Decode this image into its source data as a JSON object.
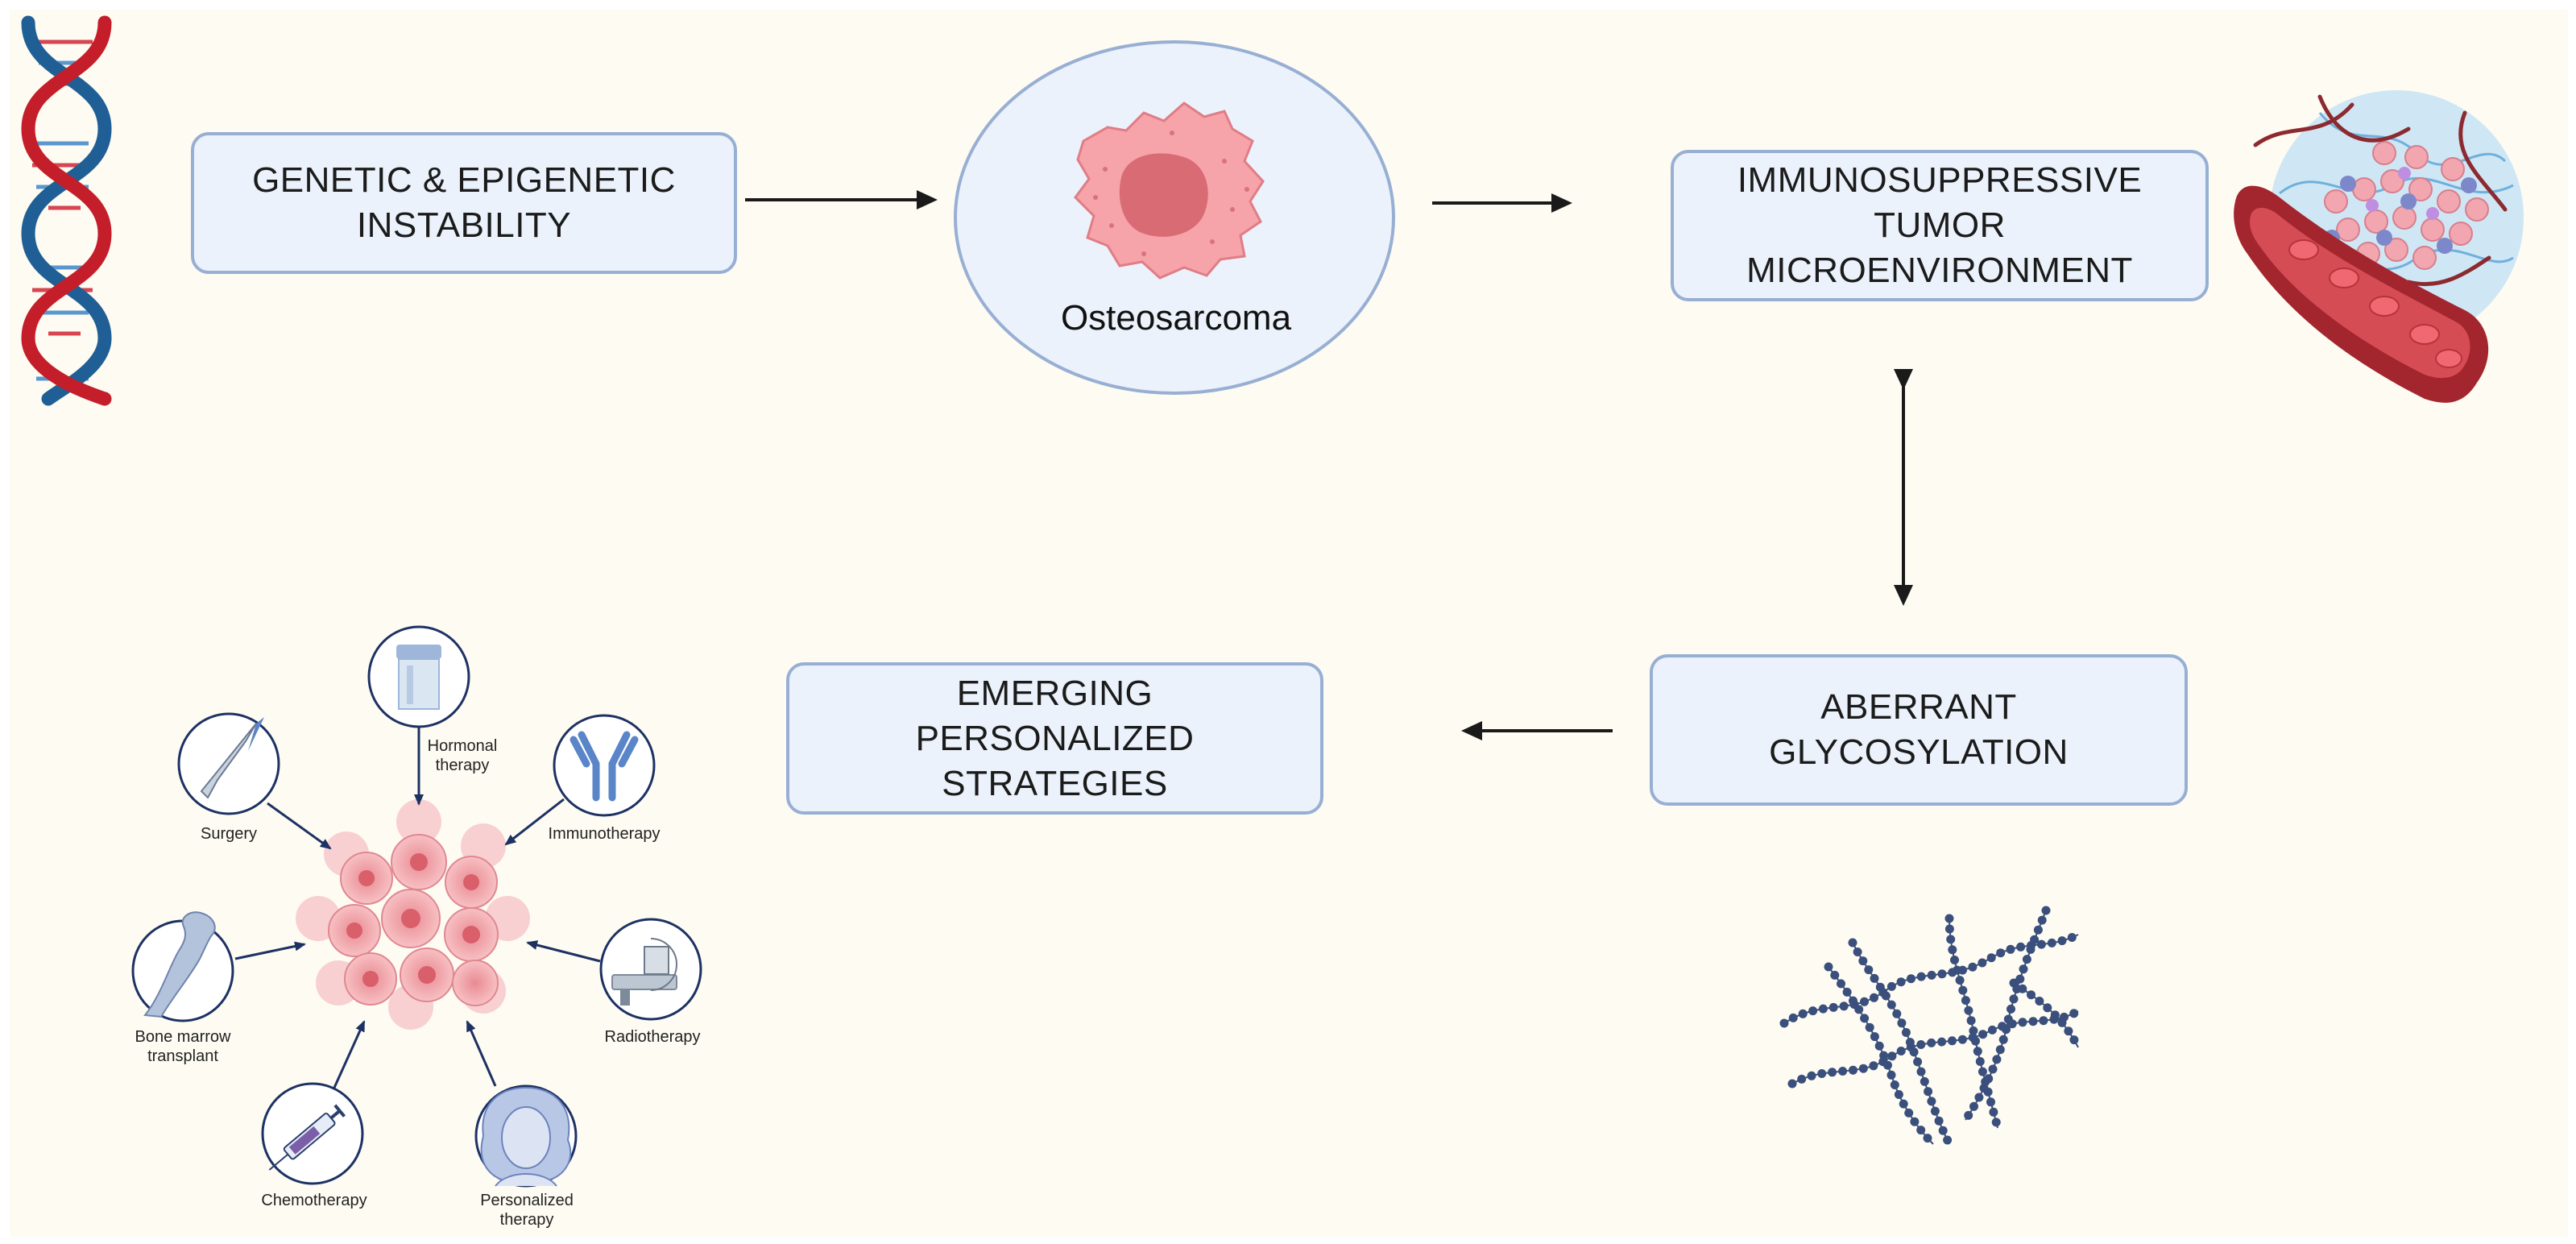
{
  "boxes": {
    "genetic": "GENETIC & EPIGENETIC\nINSTABILITY",
    "immuno": "IMMUNOSUPPRESSIVE\nTUMOR\nMICROENVIRONMENT",
    "glyco": "ABERRANT\nGLYCOSYLATION",
    "emerging": "EMERGING\nPERSONALIZED\nSTRATEGIES"
  },
  "center_label": "Osteosarcoma",
  "therapies": {
    "hormonal": "Hormonal\ntherapy",
    "immunotherapy": "Immunotherapy",
    "radiotherapy": "Radiotherapy",
    "personalized": "Personalized\ntherapy",
    "chemotherapy": "Chemotherapy",
    "bone_marrow": "Bone marrow\ntransplant",
    "surgery": "Surgery"
  },
  "colors": {
    "box_fill": "#ebf2fb",
    "box_border": "#98afd4",
    "background": "#fdfbf2",
    "arrow": "#1a1a1a",
    "tumor": "#f2a3a8",
    "dna_red": "#c41e2a",
    "dna_blue": "#1f5f95",
    "glycan": "#3a4f7c",
    "therapy_circle": "#1d3163"
  }
}
